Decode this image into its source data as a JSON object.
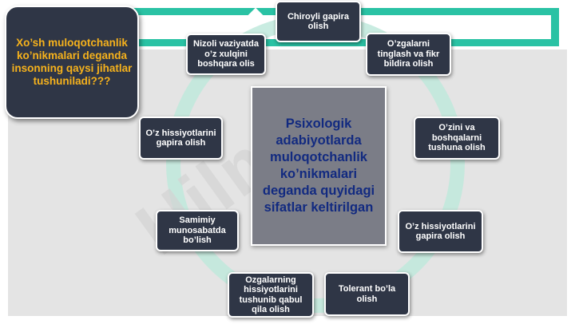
{
  "question": "Xo’sh muloqotchanlik ko’nikmalari deganda insonning qaysi jihatlar tushuniladi???",
  "center_text": "Psixologik adabiyotlarda muloqotchanlik ko’nikmalari deganda quyidagi sifatlar keltirilgan",
  "watermark": "Hilm²",
  "qualities": [
    "Chiroyli gapira olish",
    "Nizoli vaziyatda o’z xulqini boshqara olis",
    "O’zgalarni tinglash va fikr bildira olish",
    "O’z hissiyotlarini gapira olish",
    "O’zini va boshqalarni tushuna olish",
    "Samimiy munosabatda bo’lish",
    "O’z hissiyotlarini gapira olish",
    "Ozgalarning hissiyotlarini tushunib qabul qila olish",
    "Tolerant bo’la olish"
  ],
  "colors": {
    "accent": "#2ac2a4",
    "box": "#2f3646",
    "question_text": "#f6b21c",
    "center_fill": "#7b7d87",
    "center_text": "#122a80"
  }
}
